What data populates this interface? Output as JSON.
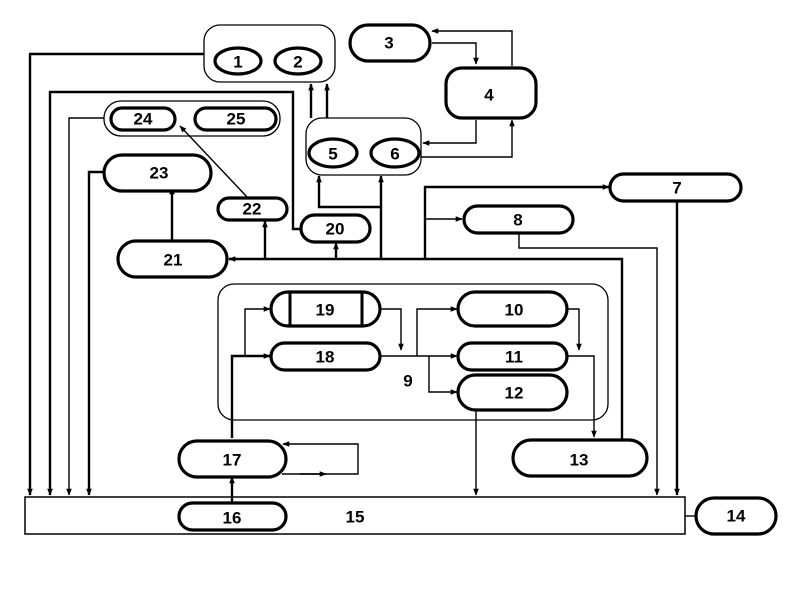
{
  "diagram": {
    "nodes": {
      "n1": "1",
      "n2": "2",
      "n3": "3",
      "n4": "4",
      "n5": "5",
      "n6": "6",
      "n7": "7",
      "n8": "8",
      "n9": "9",
      "n10": "10",
      "n11": "11",
      "n12": "12",
      "n13": "13",
      "n14": "14",
      "n15": "15",
      "n16": "16",
      "n17": "17",
      "n18": "18",
      "n19": "19",
      "n20": "20",
      "n21": "21",
      "n22": "22",
      "n23": "23",
      "n24": "24",
      "n25": "25"
    },
    "edges": [
      {
        "from": "3",
        "to": "4"
      },
      {
        "from": "4",
        "to": "3"
      },
      {
        "from": "4",
        "to": "5-6"
      },
      {
        "from": "5-6",
        "to": "4"
      },
      {
        "from": "5-6",
        "to": "1-2"
      },
      {
        "from": "bus",
        "to": "5"
      },
      {
        "from": "bus",
        "to": "6"
      },
      {
        "from": "bus",
        "to": "7"
      },
      {
        "from": "bus",
        "to": "8"
      },
      {
        "from": "bus",
        "to": "20"
      },
      {
        "from": "bus",
        "to": "21"
      },
      {
        "from": "bus",
        "to": "22"
      },
      {
        "from": "21",
        "to": "23"
      },
      {
        "from": "22",
        "to": "24"
      },
      {
        "from": "17",
        "to": "18"
      },
      {
        "from": "17",
        "to": "19"
      },
      {
        "from": "18",
        "to": "9"
      },
      {
        "from": "19",
        "to": "9"
      },
      {
        "from": "9",
        "to": "10"
      },
      {
        "from": "9",
        "to": "11"
      },
      {
        "from": "9",
        "to": "12"
      },
      {
        "from": "10",
        "to": "11"
      },
      {
        "from": "11",
        "to": "13"
      },
      {
        "from": "17",
        "to": "17"
      },
      {
        "from": "16",
        "to": "17"
      },
      {
        "from": "1-2",
        "to": "15"
      },
      {
        "from": "20",
        "to": "15"
      },
      {
        "from": "24-25",
        "to": "15"
      },
      {
        "from": "23",
        "to": "15"
      },
      {
        "from": "12",
        "to": "15"
      },
      {
        "from": "8",
        "to": "15"
      },
      {
        "from": "7",
        "to": "15"
      },
      {
        "from": "13",
        "to": "bus"
      },
      {
        "from": "14",
        "to": "15"
      }
    ]
  }
}
